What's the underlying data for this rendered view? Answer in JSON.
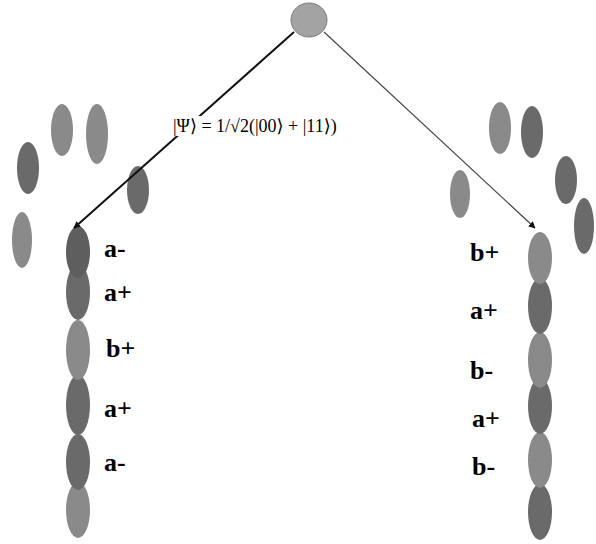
{
  "diagram": {
    "labels": [
      "|Ψ⟩ = 1/√2(|00⟩ + |11⟩)",
      "a-",
      "a+",
      "b+",
      "a+",
      "a-",
      "b+",
      "a+",
      "b-",
      "a+",
      "b-"
    ]
  }
}
